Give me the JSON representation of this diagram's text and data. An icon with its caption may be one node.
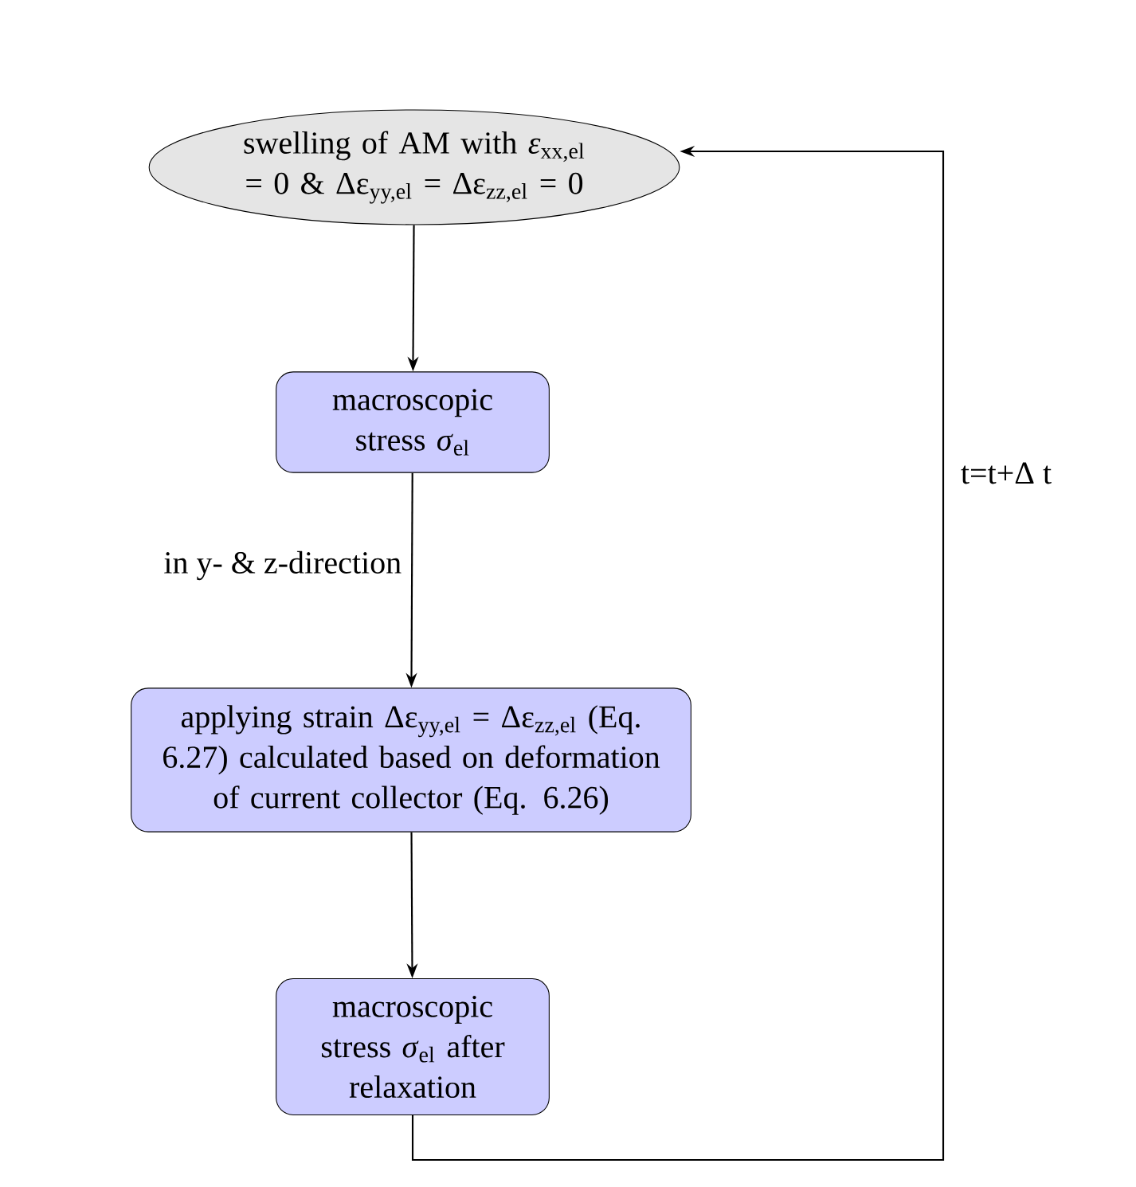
{
  "diagram": {
    "nodes": [
      {
        "text": [
          "swelling of AM with *ε*$_{xx,el}$ = 0 & Δε$_{yy,el}$ = Δε$_{zz,el}$ = 0"
        ]
      },
      {
        "text": [
          "macroscopic stress *σ*$_{el}$"
        ]
      },
      {
        "text": [
          "applying strain Δε$_{yy,el}$ = Δε$_{zz,el}$ (Eq. 6.27) calculated based on deformation of current collector (Eq. 6.26)"
        ]
      },
      {
        "text": [
          "macroscopic stress *σ*$_{el}$ after relaxation"
        ]
      }
    ],
    "edges": [
      {
        "from": 0,
        "to": 1,
        "arrow": "to"
      },
      {
        "from": 1,
        "to": 2,
        "arrow": "to",
        "label": "in y- & z-direction"
      },
      {
        "from": 2,
        "to": 3,
        "arrow": "to"
      },
      {
        "from": 3,
        "to": 0,
        "arrow": "to",
        "label": "t=t+Δ t"
      }
    ]
  }
}
